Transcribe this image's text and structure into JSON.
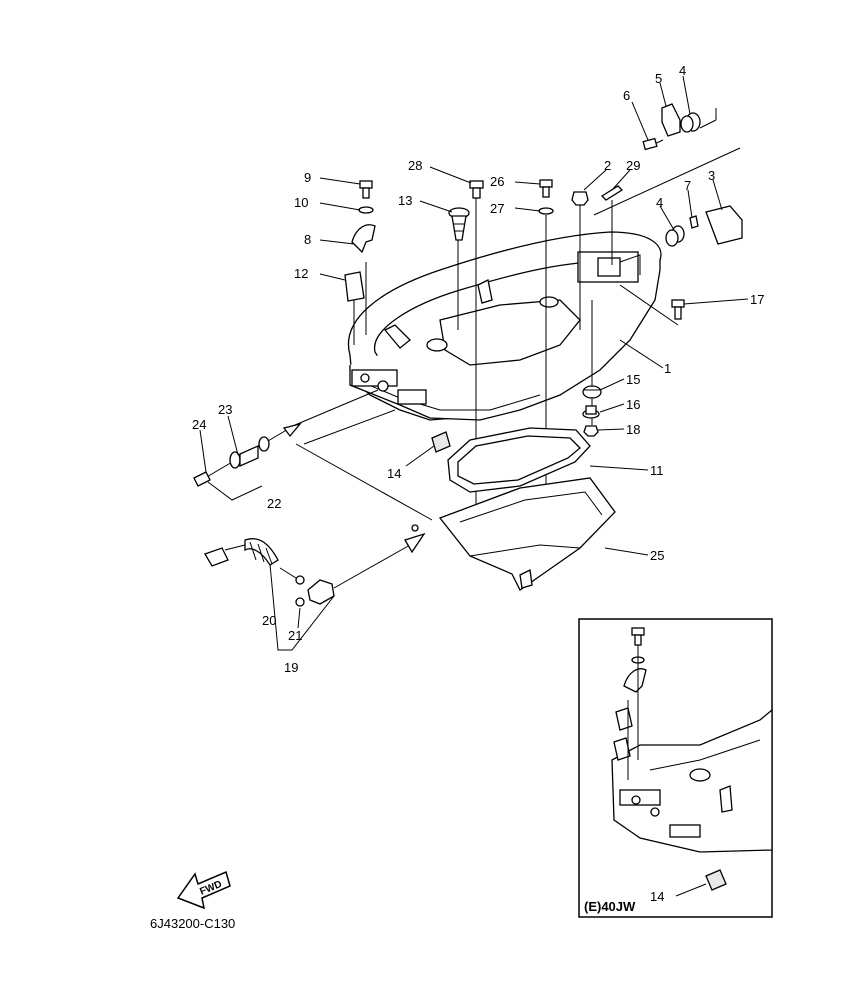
{
  "diagram_code": "6J43200-C130",
  "inset_label": "(E)40JW",
  "fwd_label": "FWD",
  "callouts": {
    "c1": "1",
    "c2": "2",
    "c3": "3",
    "c4a": "4",
    "c4b": "4",
    "c5": "5",
    "c6": "6",
    "c7": "7",
    "c8": "8",
    "c9": "9",
    "c10": "10",
    "c11": "11",
    "c12": "12",
    "c13": "13",
    "c14a": "14",
    "c14b": "14",
    "c15": "15",
    "c16": "16",
    "c17": "17",
    "c18": "18",
    "c19": "19",
    "c20": "20",
    "c21": "21",
    "c22": "22",
    "c23": "23",
    "c24": "24",
    "c25": "25",
    "c26": "26",
    "c27": "27",
    "c28": "28",
    "c29": "29"
  },
  "icons": {
    "fwd_arrow": "fwd-arrow-icon"
  }
}
